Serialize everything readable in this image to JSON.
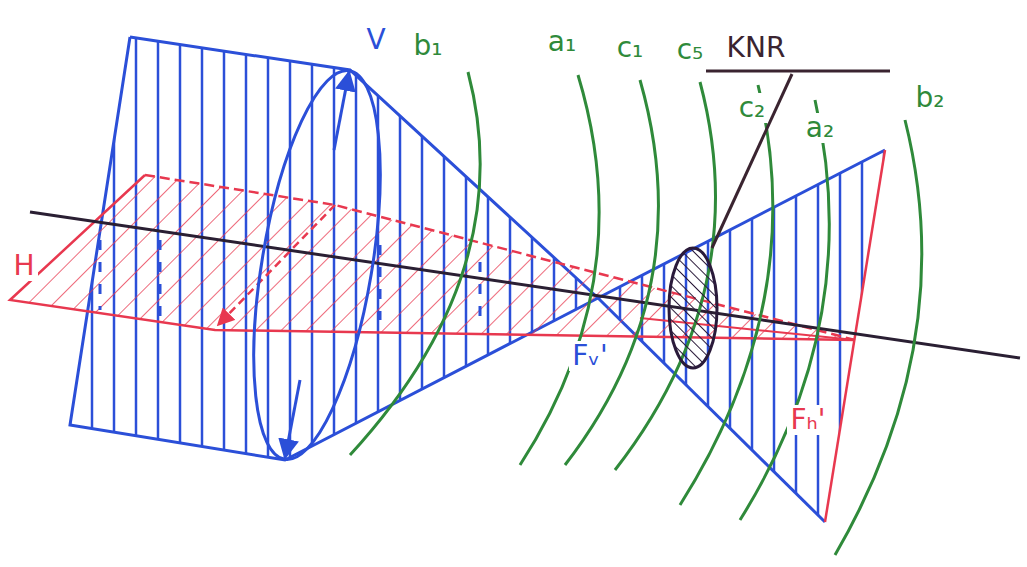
{
  "diagram": {
    "labels": [
      "V",
      "H",
      "b₁",
      "a₁",
      "c₁",
      "c₅",
      "c₂",
      "a₂",
      "b₂",
      "KNR",
      "Fᵥ'",
      "Fₕ'"
    ]
  }
}
